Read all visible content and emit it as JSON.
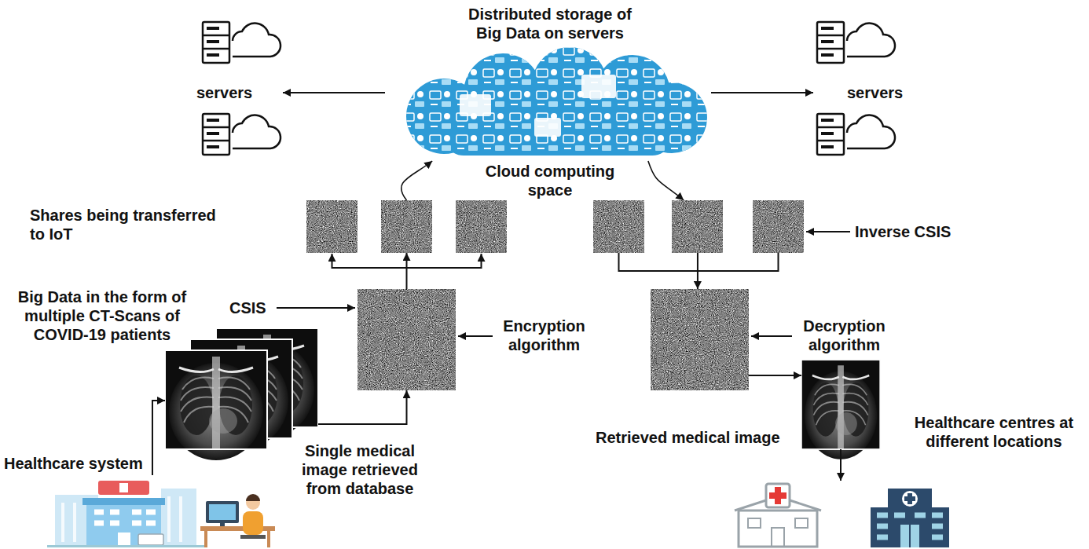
{
  "diagram": {
    "nodes": [
      {
        "text": [
          "Distributed storage of Big Data on servers",
          "Cloud computing space"
        ]
      },
      {
        "text": [
          "servers"
        ]
      },
      {
        "text": [
          "servers"
        ]
      },
      {
        "text": [
          "Shares being transferred to IoT"
        ]
      },
      {
        "text": [
          "CSIS",
          "Encryption algorithm"
        ]
      },
      {
        "text": [
          "Big Data in the form of multiple CT-Scans of COVID-19 patients"
        ]
      },
      {
        "text": [
          "Healthcare system"
        ]
      },
      {
        "text": [
          "Inverse CSIS"
        ]
      },
      {
        "text": [
          "Decryption algorithm"
        ]
      },
      {
        "text": [
          "Retrieved medical image"
        ]
      },
      {
        "text": [
          "Healthcare centres at different locations"
        ]
      }
    ],
    "edges": [
      {
        "from": 0,
        "to": 1,
        "arrow": "to"
      },
      {
        "from": 0,
        "to": 2,
        "arrow": "to"
      },
      {
        "from": 3,
        "to": 0,
        "arrow": "to"
      },
      {
        "from": 0,
        "to": 7,
        "arrow": "to"
      },
      {
        "from": 4,
        "to": 3,
        "arrow": "to"
      },
      {
        "from": 7,
        "to": 8,
        "arrow": "to"
      },
      {
        "from": 8,
        "to": 9,
        "arrow": "to"
      },
      {
        "from": 9,
        "to": 10,
        "arrow": "to"
      },
      {
        "from": 6,
        "to": 5,
        "arrow": "to"
      },
      {
        "from": 5,
        "to": 4,
        "label": "Single medical image retrieved from database",
        "arrow": "to"
      }
    ]
  }
}
